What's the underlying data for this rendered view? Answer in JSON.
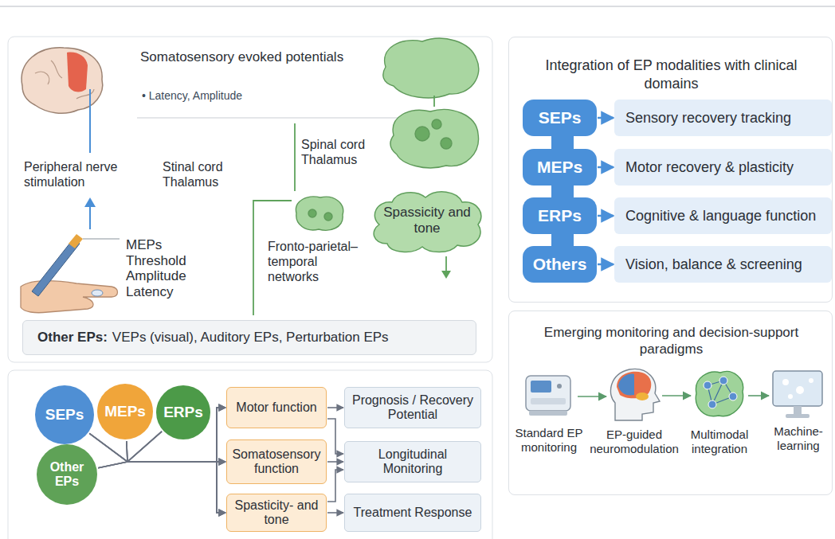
{
  "diagram": {
    "nodes": [
      {
        "text": [
          "Other EPs:",
          "VEPs (visual), Auditory EPs, Perturbation EPs"
        ]
      },
      {
        "text": [
          "Spassicity and tone"
        ]
      },
      {
        "text": [
          "Integration of EP modalities with clinical domains"
        ]
      },
      {
        "text": [
          "SEPs"
        ],
        "in": 2
      },
      {
        "text": [
          "Sensory recovery tracking"
        ],
        "in": 2
      },
      {
        "text": [
          "MEPs"
        ],
        "in": 2
      },
      {
        "text": [
          "Motor recovery & plasticity"
        ],
        "in": 2
      },
      {
        "text": [
          "ERPs"
        ],
        "in": 2
      },
      {
        "text": [
          "Cognitive & language function"
        ],
        "in": 2
      },
      {
        "text": [
          "Others"
        ],
        "in": 2
      },
      {
        "text": [
          "Vision, balance & screening"
        ],
        "in": 2
      },
      {
        "text": [
          "SEPs"
        ]
      },
      {
        "text": [
          "MEPs"
        ]
      },
      {
        "text": [
          "ERPs"
        ]
      },
      {
        "text": [
          "Other EPs"
        ]
      },
      {
        "text": [
          "Motor function"
        ]
      },
      {
        "text": [
          "Somatosensory function"
        ]
      },
      {
        "text": [
          "Spasticity- and tone"
        ]
      },
      {
        "text": [
          "Prognosis / Recovery Potential"
        ]
      },
      {
        "text": [
          "Longitudinal Monitoring"
        ]
      },
      {
        "text": [
          "Treatment Response"
        ]
      },
      {
        "text": [
          "Emerging monitoring and decision-support paradigms"
        ]
      },
      {
        "text": [
          "Standard EP monitoring"
        ],
        "in": 21
      },
      {
        "text": [
          "EP-guided neuromodulation"
        ],
        "in": 21
      },
      {
        "text": [
          "Multimodal integration"
        ],
        "in": 21
      },
      {
        "text": [
          "Machine-learning"
        ],
        "in": 21
      }
    ],
    "edges": [
      {
        "from": 3,
        "to": 4,
        "arrow": "to"
      },
      {
        "from": 5,
        "to": 6,
        "arrow": "to"
      },
      {
        "from": 7,
        "to": 8,
        "arrow": "to"
      },
      {
        "from": 9,
        "to": 10,
        "arrow": "to"
      },
      {
        "from": 11,
        "to": 15,
        "arrow": "to"
      },
      {
        "from": 11,
        "to": 16,
        "arrow": "to"
      },
      {
        "from": 11,
        "to": 17,
        "arrow": "to"
      },
      {
        "from": 12,
        "to": 15,
        "arrow": "to"
      },
      {
        "from": 12,
        "to": 16,
        "arrow": "to"
      },
      {
        "from": 12,
        "to": 17,
        "arrow": "to"
      },
      {
        "from": 13,
        "to": 15,
        "arrow": "to"
      },
      {
        "from": 13,
        "to": 16,
        "arrow": "to"
      },
      {
        "from": 13,
        "to": 17,
        "arrow": "to"
      },
      {
        "from": 14,
        "to": 15,
        "arrow": "to"
      },
      {
        "from": 14,
        "to": 16,
        "arrow": "to"
      },
      {
        "from": 14,
        "to": 17,
        "arrow": "to"
      },
      {
        "from": 15,
        "to": 18,
        "arrow": "to"
      },
      {
        "from": 15,
        "to": 19,
        "arrow": "to"
      },
      {
        "from": 16,
        "to": 19,
        "arrow": "to"
      },
      {
        "from": 17,
        "to": 19,
        "arrow": "to"
      },
      {
        "from": 17,
        "to": 20,
        "arrow": "to"
      },
      {
        "from": 22,
        "to": 23,
        "arrow": "to"
      },
      {
        "from": 23,
        "to": 24,
        "arrow": "to"
      },
      {
        "from": 24,
        "to": 25,
        "arrow": "to"
      }
    ],
    "labels": [
      "Somatosensory evoked potentials",
      "• Latency, Amplitude",
      "Peripheral nerve stimulation",
      "Stinal cord Thalamus",
      "MEPs Threshold Amplitude Latency",
      "Spinal cord Thalamus",
      "Fronto-parietal–temporal networks"
    ]
  }
}
